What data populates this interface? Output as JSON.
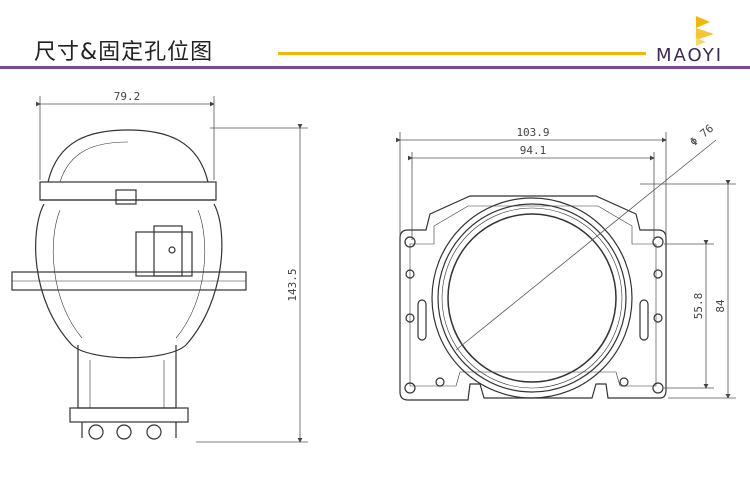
{
  "header": {
    "title": "尺寸&固定孔位图",
    "brand": "MAOYI"
  },
  "colors": {
    "gold": "#f2b705",
    "purple": "#7a4a9c",
    "line": "#333333"
  },
  "side_view": {
    "width_label": "79.2",
    "height_label": "143.5"
  },
  "front_view": {
    "outer_width_label": "103.9",
    "inner_width_label": "94.1",
    "diameter_label": "Φ 76",
    "hole_spacing_label": "55.8",
    "height_label": "84"
  }
}
